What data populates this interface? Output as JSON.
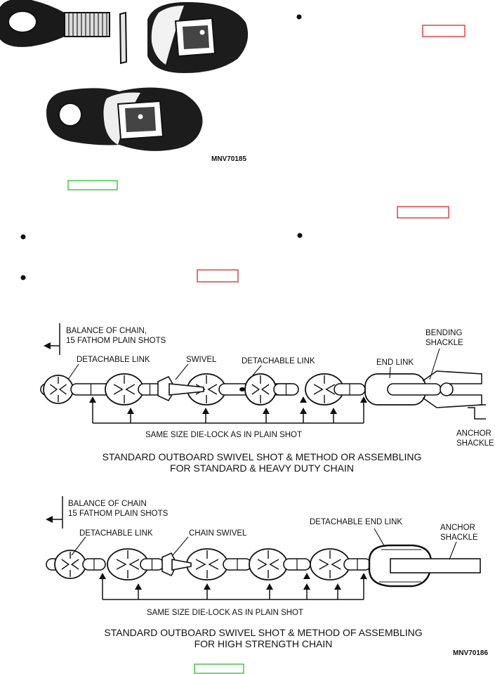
{
  "figure_top": {
    "code": "MNV70185"
  },
  "diagram_1": {
    "balance_line1": "BALANCE OF CHAIN,",
    "balance_line2": "15 FATHOM PLAIN SHOTS",
    "detachable_link_left": "DETACHABLE LINK",
    "swivel": "SWIVEL",
    "detachable_link_mid": "DETACHABLE LINK",
    "end_link": "END LINK",
    "bending_line1": "BENDING",
    "bending_line2": "SHACKLE",
    "same_size": "SAME SIZE DIE-LOCK AS IN PLAIN SHOT",
    "anchor_line1": "ANCHOR",
    "anchor_line2": "SHACKLE",
    "caption_line1": "STANDARD OUTBOARD SWIVEL SHOT & METHOD OR ASSEMBLING",
    "caption_line2": "FOR STANDARD & HEAVY DUTY CHAIN"
  },
  "diagram_2": {
    "balance_line1": "BALANCE OF CHAIN",
    "balance_line2": "15 FATHOM PLAIN SHOTS",
    "detachable_link": "DETACHABLE LINK",
    "chain_swivel": "CHAIN SWIVEL",
    "detachable_end_link": "DETACHABLE END LINK",
    "anchor_line1": "ANCHOR",
    "anchor_line2": "SHACKLE",
    "same_size": "SAME SIZE DIE-LOCK AS IN PLAIN SHOT",
    "caption_line1": "STANDARD OUTBOARD SWIVEL SHOT & METHOD OF ASSEMBLING",
    "caption_line2": "FOR HIGH STRENGTH CHAIN",
    "code": "MNV70186"
  },
  "colors": {
    "red_box": "#e8202a",
    "green_box": "#22c322",
    "ink": "#111111"
  }
}
